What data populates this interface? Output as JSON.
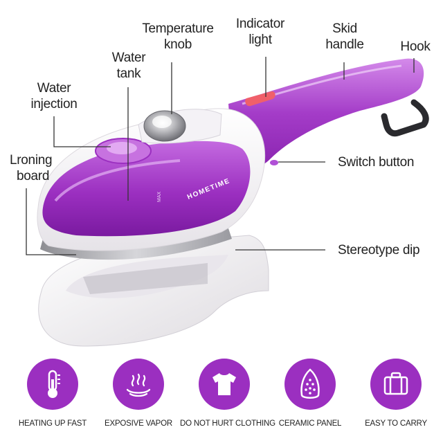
{
  "brand": {
    "name": "HOMETIME",
    "max_mark": "MAX"
  },
  "colors": {
    "accent": "#9b2fc0",
    "accent_light": "#c26ae0",
    "body_white": "#f3f1f4",
    "indicator": "#f0606a"
  },
  "callouts": {
    "temperature_knob": [
      "Temperature",
      "knob"
    ],
    "indicator_light": [
      "Indicator",
      "light"
    ],
    "skid_handle": [
      "Skid",
      "handle"
    ],
    "hook": "Hook",
    "water_tank": [
      "Water",
      "tank"
    ],
    "water_injection": [
      "Water",
      "injection"
    ],
    "ironing_board": [
      "Lroning",
      "board"
    ],
    "switch_button": "Switch button",
    "stereotype_dip": "Stereotype dip"
  },
  "features": [
    {
      "label": "HEATING UP FAST",
      "icon": "thermometer-icon"
    },
    {
      "label": "EXPOSIVE VAPOR",
      "icon": "steam-vapor-icon"
    },
    {
      "label": "DO NOT HURT CLOTHING",
      "icon": "tshirt-icon"
    },
    {
      "label": "CERAMIC PANEL",
      "icon": "ceramic-soleplate-icon"
    },
    {
      "label": "EASY TO CARRY",
      "icon": "suitcase-icon"
    }
  ]
}
